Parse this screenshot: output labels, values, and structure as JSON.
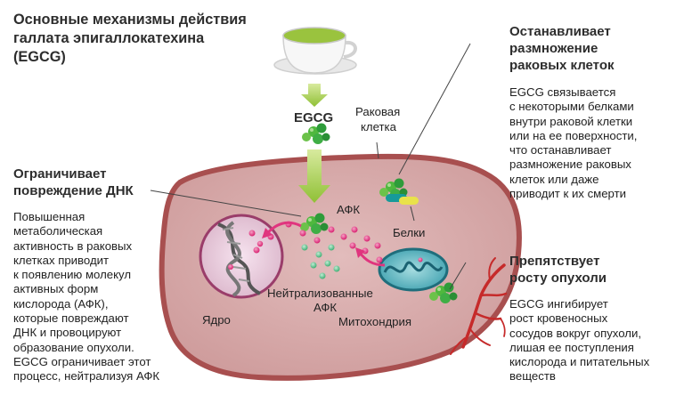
{
  "title": {
    "line1": "Основные механизмы действия",
    "line2": "галлата эпигаллокатехина",
    "line3": "(EGCG)"
  },
  "sections": {
    "dna": {
      "heading_line1": "Ограничивает",
      "heading_line2": "повреждение ДНК",
      "body": [
        "Повышенная",
        "метаболическая",
        "активность в раковых",
        "клетках приводит",
        "к появлению молекул",
        "активных форм",
        "кислорода (АФК),",
        "которые повреждают",
        "ДНК и провоцируют",
        "образование опухоли.",
        "EGCG ограничивает этот",
        "процесс, нейтрализуя АФК"
      ]
    },
    "reproduction": {
      "heading_line1": "Останавливает",
      "heading_line2": "размножение",
      "heading_line3": "раковых клеток",
      "body": [
        "EGCG связывается",
        "с некоторыми белками",
        "внутри раковой клетки",
        "или на ее поверхности,",
        "что останавливает",
        "размножение раковых",
        "клеток или даже",
        "приводит к их смерти"
      ]
    },
    "tumor": {
      "heading_line1": "Препятствует",
      "heading_line2": "росту опухоли",
      "body": [
        "EGCG ингибирует",
        "рост кровеносных",
        "сосудов вокруг опухоли,",
        "лишая ее поступления",
        "кислорода и питательных",
        "веществ"
      ]
    }
  },
  "labels": {
    "egcg": "EGCG",
    "cancer_cell_line1": "Раковая",
    "cancer_cell_line2": "клетка",
    "afk": "АФК",
    "proteins": "Белки",
    "nucleus": "Ядро",
    "neutralized_line1": "Нейтрализованные",
    "neutralized_line2": "АФК",
    "mitochondria": "Митохондрия"
  },
  "colors": {
    "cell_fill": "#d8aeae",
    "cell_border": "#a84f4f",
    "egcg_green": "#3aa84a",
    "arrow_green": "#9ccb3b",
    "ros_pink": "#e0357e",
    "neutralized_green": "#57b985",
    "protein_teal": "#1aa0a0",
    "protein_yellow": "#e9e24a",
    "mito_teal": "#56b7c4",
    "vessel_red": "#c62a2a",
    "tea_green": "#9ac33e"
  }
}
